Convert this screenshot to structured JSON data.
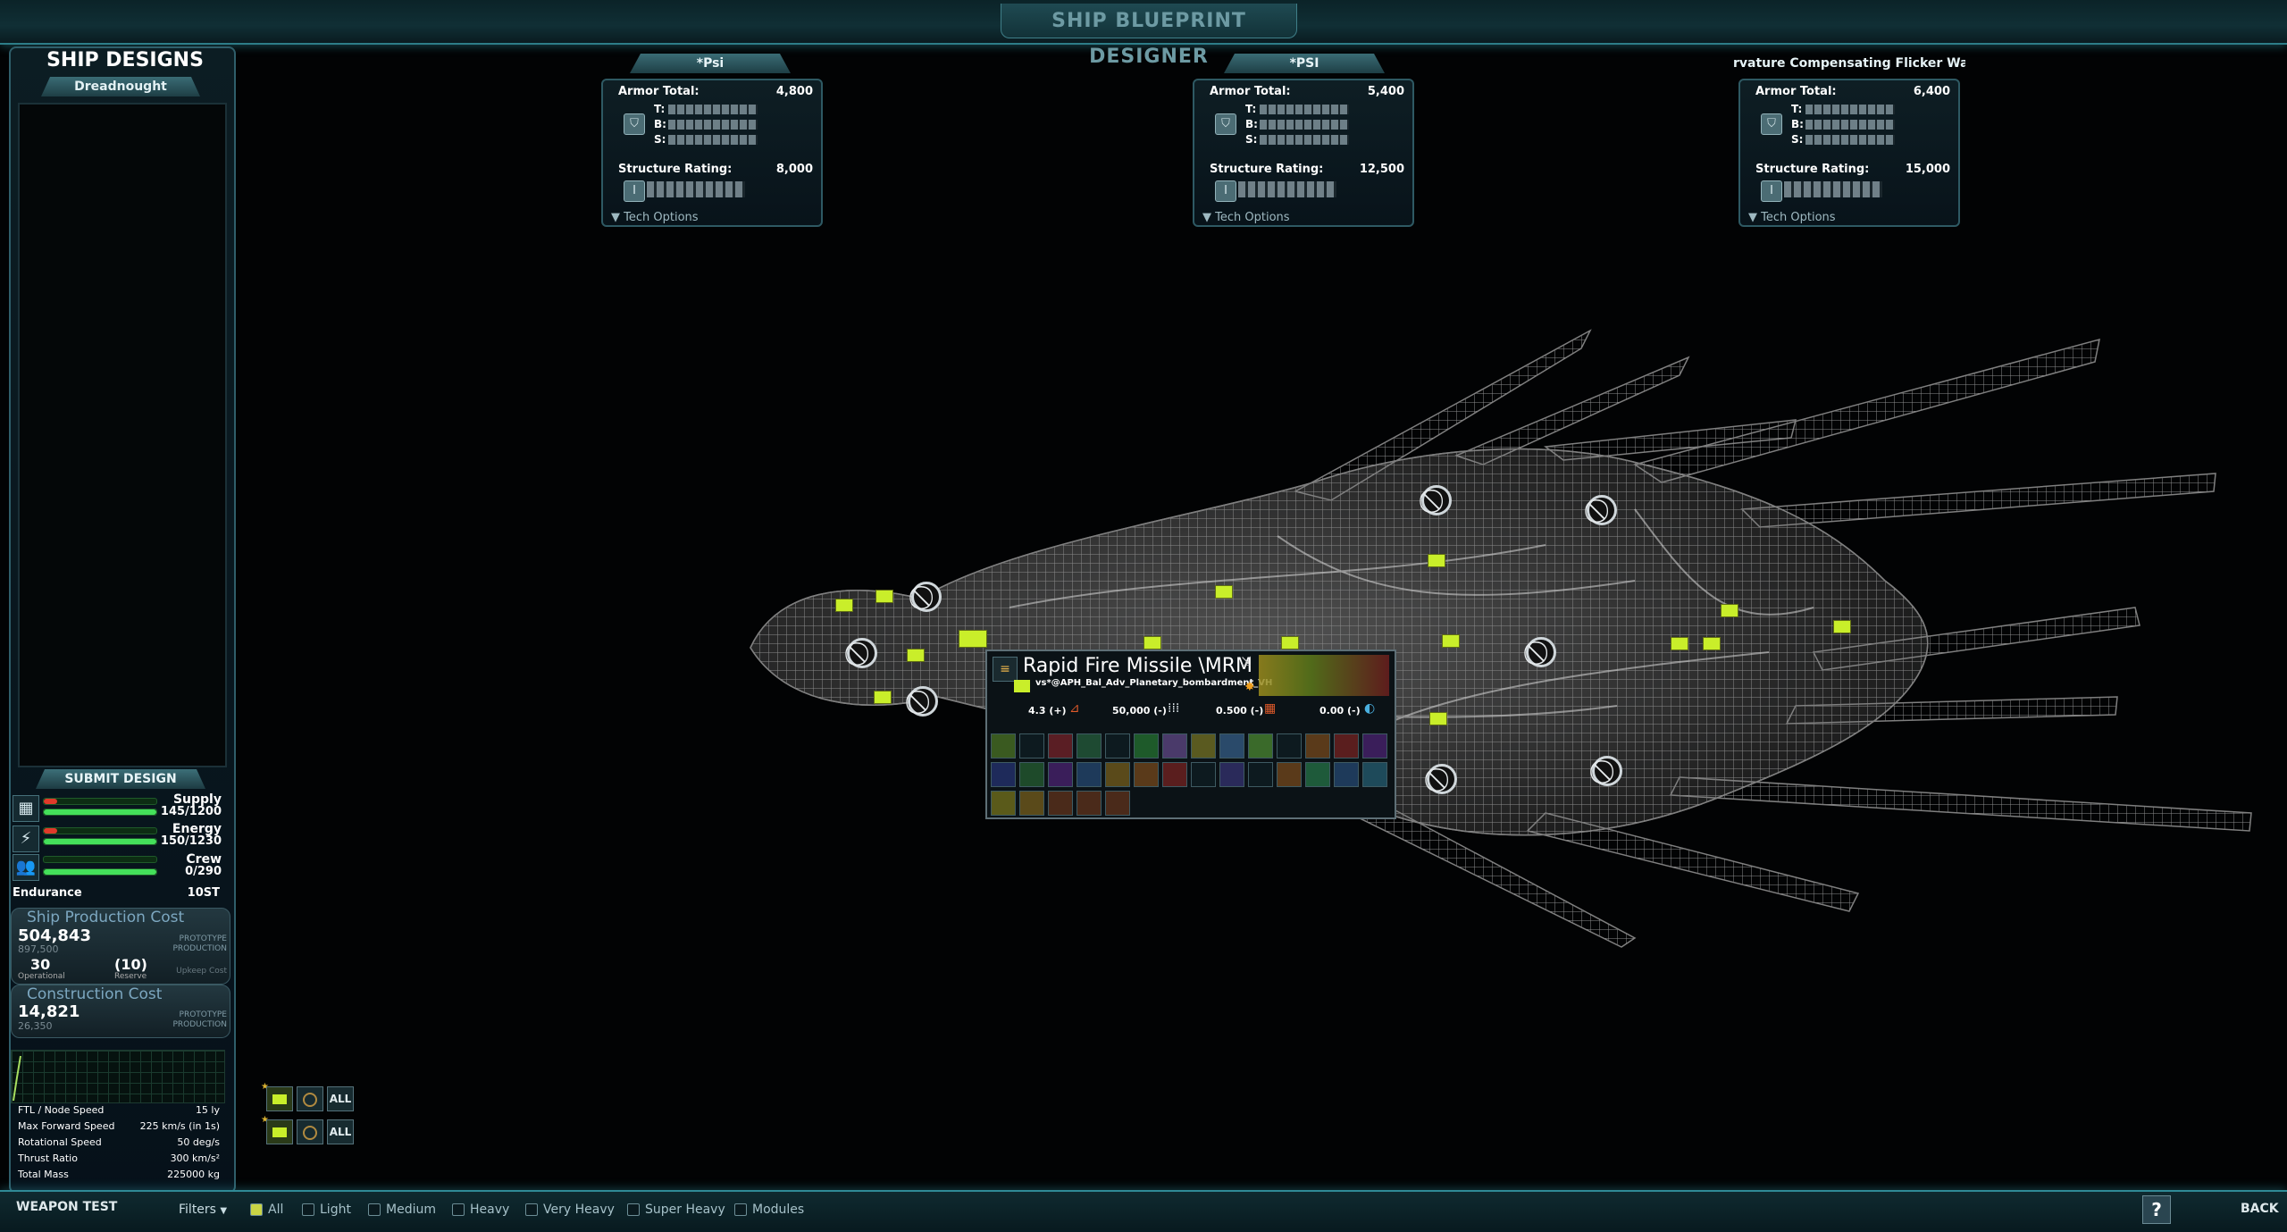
{
  "window_title": "SHIP BLUEPRINT DESIGNER",
  "left": {
    "title": "SHIP DESIGNS",
    "selected_class": "Dreadnought",
    "submit_label": "SUBMIT DESIGN",
    "resources": [
      {
        "icon": "supply-icon",
        "label": "Supply",
        "value": "145/1200",
        "fill": 0.12
      },
      {
        "icon": "energy-icon",
        "label": "Energy",
        "value": "150/1230",
        "fill": 0.12
      },
      {
        "icon": "crew-icon",
        "label": "Crew",
        "value": "0/290",
        "fill": 0.0
      }
    ],
    "endurance_label": "Endurance",
    "endurance_value": "10ST",
    "production": {
      "title": "Ship Production Cost",
      "cost": "504,843",
      "sub": "897,500",
      "tag1": "PROTOTYPE",
      "tag2": "PRODUCTION",
      "operational": "30",
      "operational_label": "Operational",
      "reserve": "(10)",
      "reserve_label": "Reserve",
      "upkeep_label": "Upkeep Cost"
    },
    "construction": {
      "title": "Construction Cost",
      "cost": "14,821",
      "sub": "26,350",
      "tag1": "PROTOTYPE",
      "tag2": "PRODUCTION"
    },
    "stats": [
      {
        "k": "FTL / Node Speed",
        "v": "15 ly"
      },
      {
        "k": "Max Forward Speed",
        "v": "225 km/s (in 1s)"
      },
      {
        "k": "Rotational Speed",
        "v": "50 deg/s"
      },
      {
        "k": "Thrust Ratio",
        "v": "300 km/s²"
      },
      {
        "k": "Total Mass",
        "v": "225000 kg"
      }
    ]
  },
  "armor_panels": [
    {
      "tab": "*Psi",
      "armor_label": "Armor Total:",
      "armor": "4,800",
      "t": "T:",
      "b": "B:",
      "s": "S:",
      "structure_label": "Structure Rating:",
      "structure": "8,000",
      "tech": "Tech Options"
    },
    {
      "tab": "*PSI",
      "armor_label": "Armor Total:",
      "armor": "5,400",
      "t": "T:",
      "b": "B:",
      "s": "S:",
      "structure_label": "Structure Rating:",
      "structure": "12,500",
      "tech": "Tech Options"
    },
    {
      "tab": "rvature Compensating Flicker Wa",
      "armor_label": "Armor Total:",
      "armor": "6,400",
      "t": "T:",
      "b": "B:",
      "s": "S:",
      "structure_label": "Structure Rating:",
      "structure": "15,000",
      "tech": "Tech Options"
    }
  ],
  "tooltip": {
    "title": "Rapid Fire Missile \\MRM",
    "subtitle": "vs*@APH_Bal_Adv_Planetary_bombardment_VH",
    "stats": [
      "4.3 (+)",
      "50,000 (-)",
      "0.500 (-)",
      "0.00 (-)"
    ]
  },
  "selector": {
    "all_label": "ALL"
  },
  "bottom": {
    "weapon_test": "WEAPON TEST",
    "filters": "Filters",
    "filter_items": [
      "All",
      "Light",
      "Medium",
      "Heavy",
      "Very Heavy",
      "Super Heavy",
      "Modules"
    ],
    "help": "?",
    "back": "BACK"
  },
  "colors": {
    "accent": "#2f8a96",
    "slot": "#c9ee2a",
    "supply_bar": "#44e05a",
    "warning_bar": "#e03a2a"
  }
}
